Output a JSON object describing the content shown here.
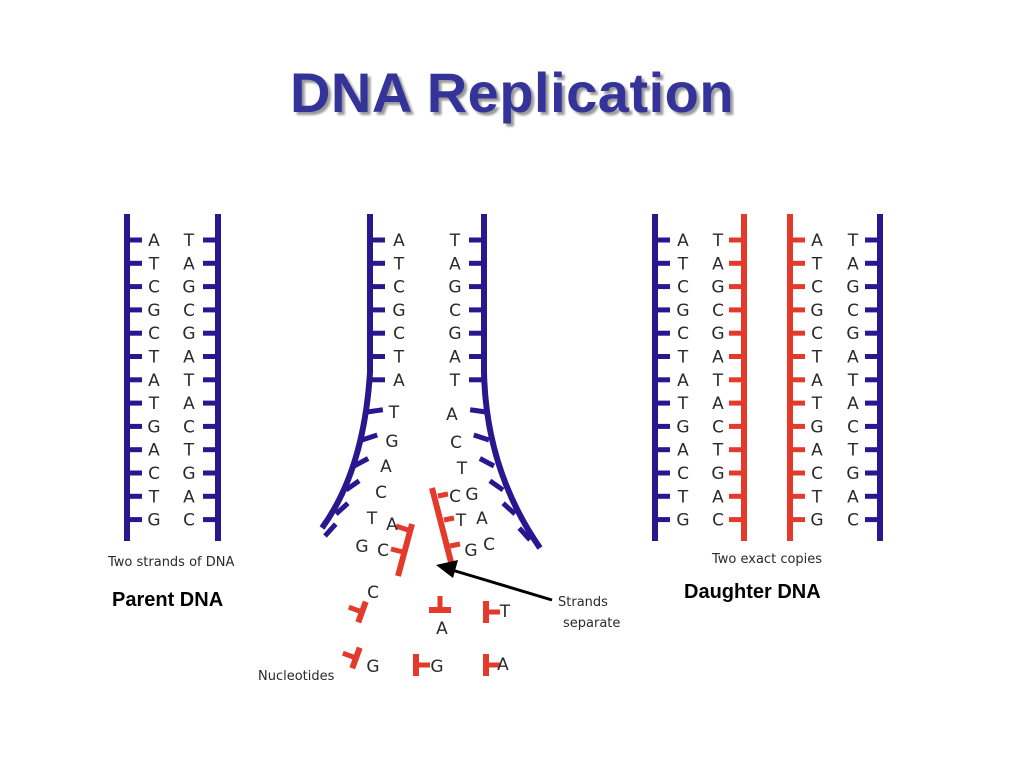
{
  "slide": {
    "title": "DNA Replication",
    "parent_label": "Parent DNA",
    "daughter_label": "Daughter DNA"
  },
  "diagram": {
    "colors": {
      "parent": "#2a168f",
      "new": "#e43a2b",
      "arrow": "#000000",
      "text": "#2a2a2a"
    },
    "sequence_left": [
      "A",
      "T",
      "C",
      "G",
      "C",
      "T",
      "A",
      "T",
      "G",
      "A",
      "C",
      "T",
      "G"
    ],
    "sequence_right": [
      "T",
      "A",
      "G",
      "C",
      "G",
      "A",
      "T",
      "A",
      "C",
      "T",
      "G",
      "A",
      "C"
    ],
    "notes": {
      "two_strands": "Two strands of DNA",
      "two_copies": "Two exact copies",
      "strands_separate_1": "Strands",
      "strands_separate_2": "separate",
      "nucleotides": "Nucleotides"
    },
    "free_nucleotides": [
      "C",
      "A",
      "T",
      "G",
      "G",
      "A"
    ]
  }
}
